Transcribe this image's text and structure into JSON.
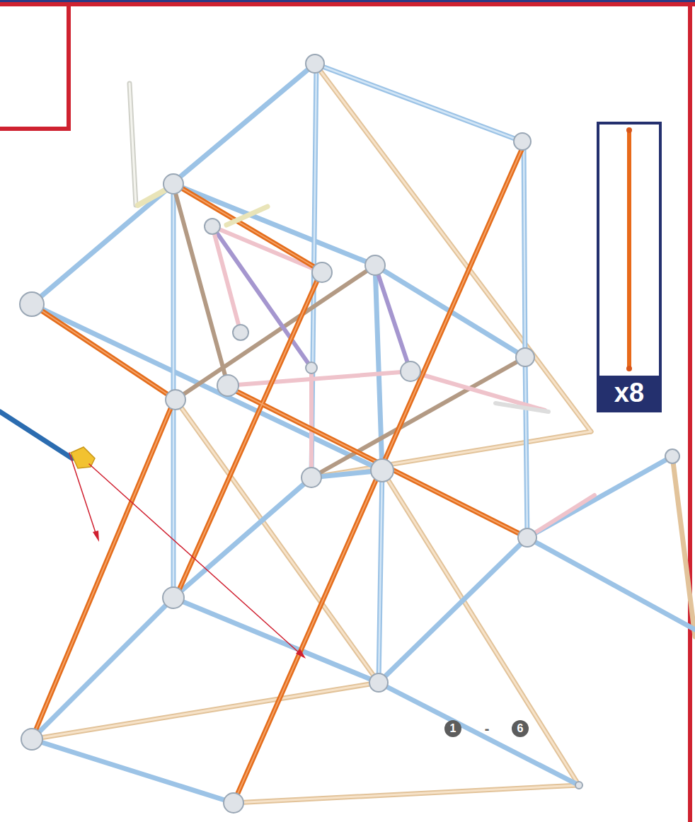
{
  "diagram": {
    "nodes": [
      {
        "text": [
          "x8"
        ]
      }
    ],
    "labels": [
      "1",
      "-",
      "6"
    ]
  }
}
